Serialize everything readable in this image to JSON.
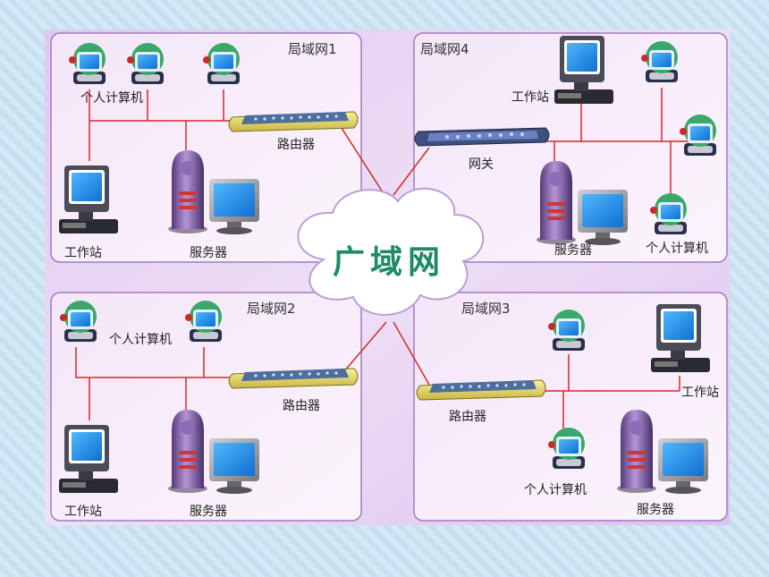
{
  "wan": {
    "label": "广域网"
  },
  "lans": [
    {
      "title": "局域网1",
      "pc_label": "个人计算机",
      "router_label": "路由器",
      "workstation_label": "工作站",
      "server_label": "服务器"
    },
    {
      "title": "局域网4",
      "workstation_label": "工作站",
      "gateway_label": "网关",
      "server_label": "服务器",
      "pc_label": "个人计算机"
    },
    {
      "title": "局域网2",
      "pc_label": "个人计算机",
      "router_label": "路由器",
      "workstation_label": "工作站",
      "server_label": "服务器"
    },
    {
      "title": "局域网3",
      "pc_label": "个人计算机",
      "router_label": "路由器",
      "workstation_label": "工作站",
      "server_label": "服务器"
    }
  ],
  "colors": {
    "panel_fill": "#f2e2f6",
    "panel_stroke": "#a17bbd",
    "link": "#d22a2a",
    "wan_text": "#1e8a68",
    "screen": "#1d8fe8"
  },
  "icons": [
    "pc-icon",
    "workstation-icon",
    "server-icon",
    "router-icon",
    "gateway-icon",
    "cloud-icon"
  ]
}
